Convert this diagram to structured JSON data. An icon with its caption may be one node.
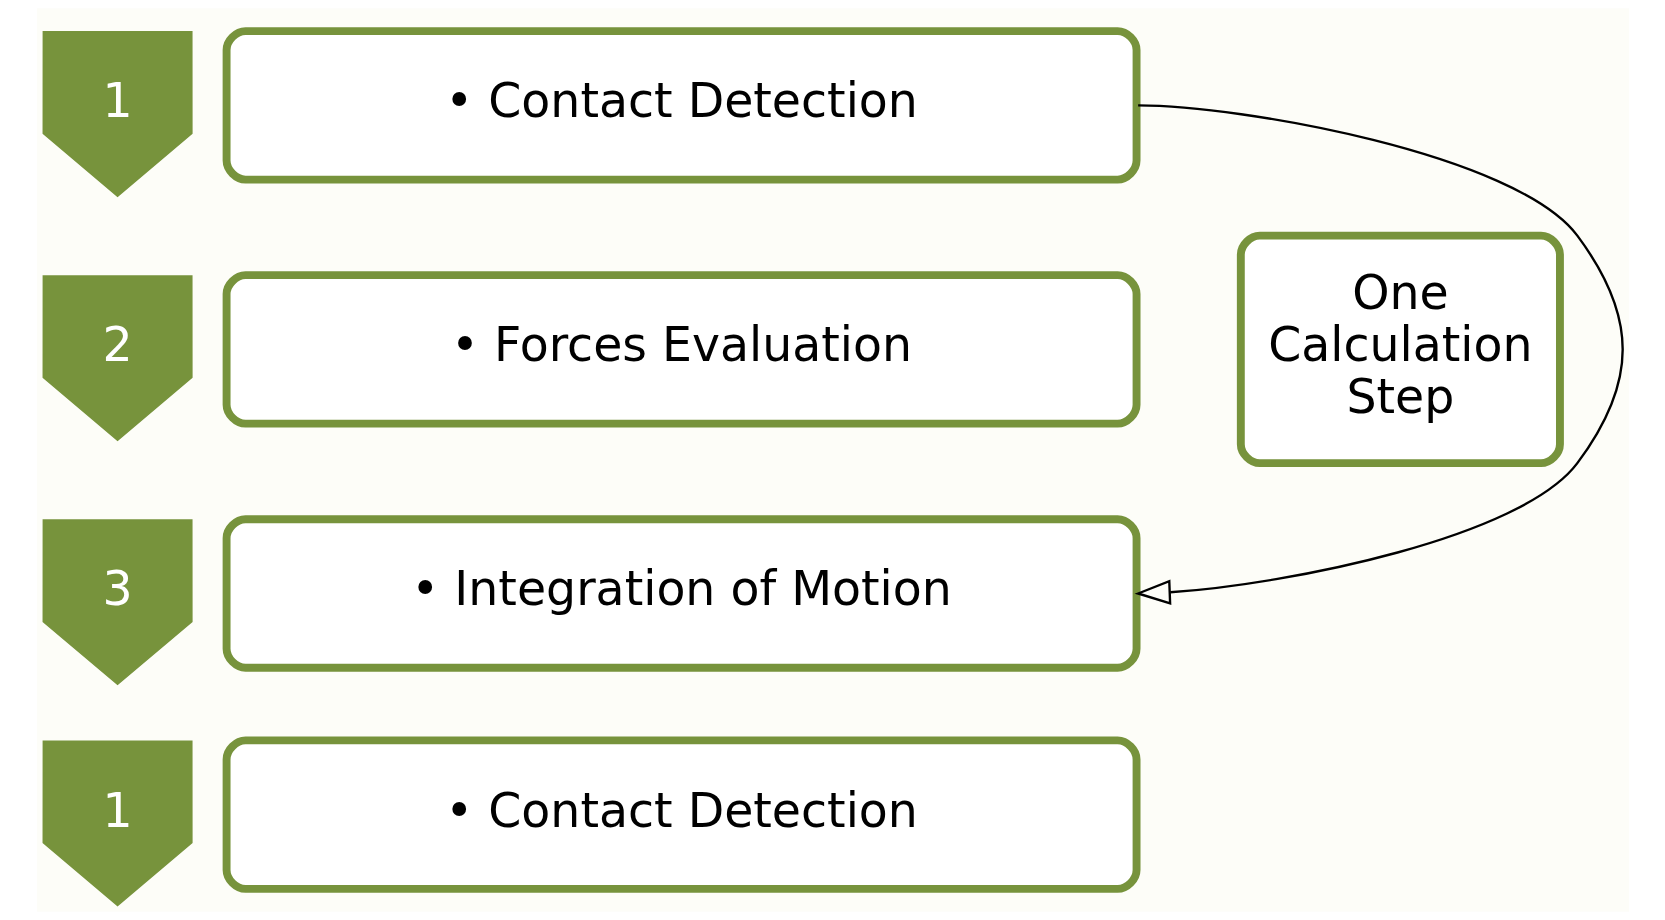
{
  "diagram": {
    "nodes": [
      {
        "text": [
          "1"
        ]
      },
      {
        "text": [
          "• Contact Detection"
        ]
      },
      {
        "text": [
          "2"
        ]
      },
      {
        "text": [
          "• Forces Evaluation"
        ]
      },
      {
        "text": [
          "3"
        ]
      },
      {
        "text": [
          "• Integration of Motion"
        ]
      },
      {
        "text": [
          "1"
        ]
      },
      {
        "text": [
          "• Contact Detection"
        ]
      },
      {
        "text": [
          "One Calculation Step"
        ]
      }
    ],
    "edges": [
      {
        "from": 1,
        "to": 5,
        "arrow": "to"
      }
    ]
  }
}
